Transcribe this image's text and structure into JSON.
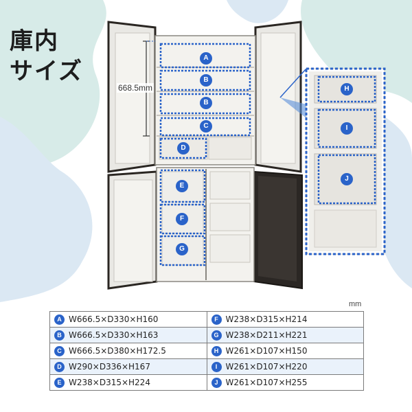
{
  "title": {
    "line1": "庫内",
    "line2": "サイズ"
  },
  "height_measure": "668.5mm",
  "unit": "mm",
  "compartment_labels": [
    "A",
    "B",
    "B",
    "C",
    "D",
    "E",
    "F",
    "G",
    "H",
    "I",
    "J"
  ],
  "dimensions": [
    {
      "letter": "A",
      "text": "W666.5×D330×H160"
    },
    {
      "letter": "B",
      "text": "W666.5×D330×H163"
    },
    {
      "letter": "C",
      "text": "W666.5×D380×H172.5"
    },
    {
      "letter": "D",
      "text": "W290×D336×H167"
    },
    {
      "letter": "E",
      "text": "W238×D315×H224"
    },
    {
      "letter": "F",
      "text": "W238×D315×H214"
    },
    {
      "letter": "G",
      "text": "W238×D211×H221"
    },
    {
      "letter": "H",
      "text": "W261×D107×H150"
    },
    {
      "letter": "I",
      "text": "W261×D107×H220"
    },
    {
      "letter": "J",
      "text": "W261×D107×H255"
    }
  ],
  "colors": {
    "accent": "#2a63c9",
    "bg_blob_teal": "#d7ebe8",
    "bg_blob_blue": "#dbe8f3",
    "row_alt": "#eaf2fb"
  }
}
